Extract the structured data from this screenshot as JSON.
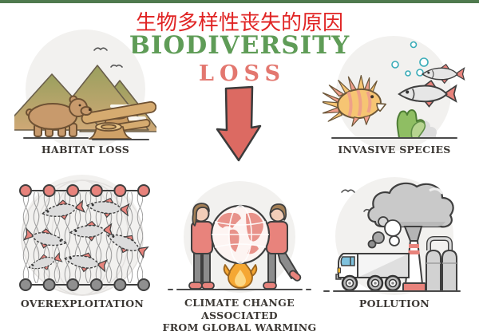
{
  "header": {
    "title_zh": "生物多样性丧失的原因",
    "title_en_line1": "BIODIVERSITY",
    "title_en_line2": "LOSS"
  },
  "panels": {
    "habitat": {
      "label": "HABITAT LOSS"
    },
    "invasive": {
      "label": "INVASIVE SPECIES"
    },
    "overexploitation": {
      "label": "OVEREXPLOITATION"
    },
    "climate": {
      "label_line1": "CLIMATE CHANGE ASSOCIATED",
      "label_line2": "FROM GLOBAL WARMING"
    },
    "pollution": {
      "label": "POLLUTION"
    }
  },
  "icons": {
    "center": "down-arrow-icon",
    "habitat": [
      "mountains-icon",
      "bear-icon",
      "log-icon",
      "stump-icon",
      "bird-icon"
    ],
    "invasive": [
      "lionfish-icon",
      "fish-icon",
      "seaweed-icon",
      "bubble-icon"
    ],
    "overexploitation": [
      "fishing-net-icon",
      "float-icon",
      "weight-icon",
      "fish-icon"
    ],
    "climate": [
      "globe-icon",
      "flame-icon",
      "person-icon"
    ],
    "pollution": [
      "truck-icon",
      "smokestack-icon",
      "smoke-cloud-icon",
      "tank-icon",
      "bird-icon"
    ]
  },
  "colors": {
    "top_border_green": "#4f7a4e",
    "title_red": "#e02424",
    "title_green": "#5f9c57",
    "title_salmon": "#e3776f",
    "arrow_red": "#dc6a62",
    "label_dark": "#3b3733",
    "panel_circle_gray": "#f2f1ef",
    "salmon_accent": "#e8837c",
    "outline_dark": "#3f3f3f",
    "bear_brown": "#c89a6c",
    "mountain_olive": "#9aa05e",
    "mountain_tan": "#cfa876",
    "seaweed_green": "#8fbe63",
    "bubble_teal": "#3aacb8",
    "smoke_gray": "#c9c9c9",
    "window_blue": "#7fc2de",
    "flame_orange": "#f5a733"
  }
}
